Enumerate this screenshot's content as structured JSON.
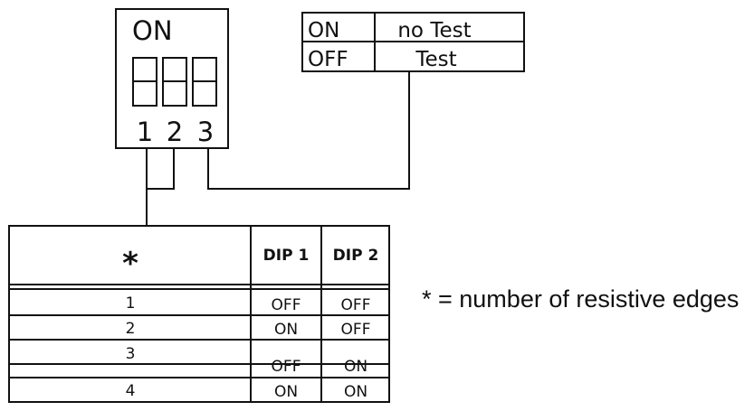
{
  "dip_switch": {
    "on_label": "ON",
    "numbers": [
      "1",
      "2",
      "3"
    ]
  },
  "test_table": {
    "rows": [
      {
        "state": "ON",
        "meaning": "no Test"
      },
      {
        "state": "OFF",
        "meaning": "Test"
      }
    ]
  },
  "edge_table": {
    "header": {
      "symbol": "*",
      "dip1": "DIP 1",
      "dip2": "DIP 2"
    },
    "rows": [
      {
        "count": "1",
        "dip1": "OFF",
        "dip2": "OFF"
      },
      {
        "count": "2",
        "dip1": "ON",
        "dip2": "OFF"
      },
      {
        "count": "3",
        "dip1": "OFF",
        "dip2": "ON"
      },
      {
        "count": "4",
        "dip1": "ON",
        "dip2": "ON"
      }
    ]
  },
  "footnote": "* = number of resistive edges"
}
